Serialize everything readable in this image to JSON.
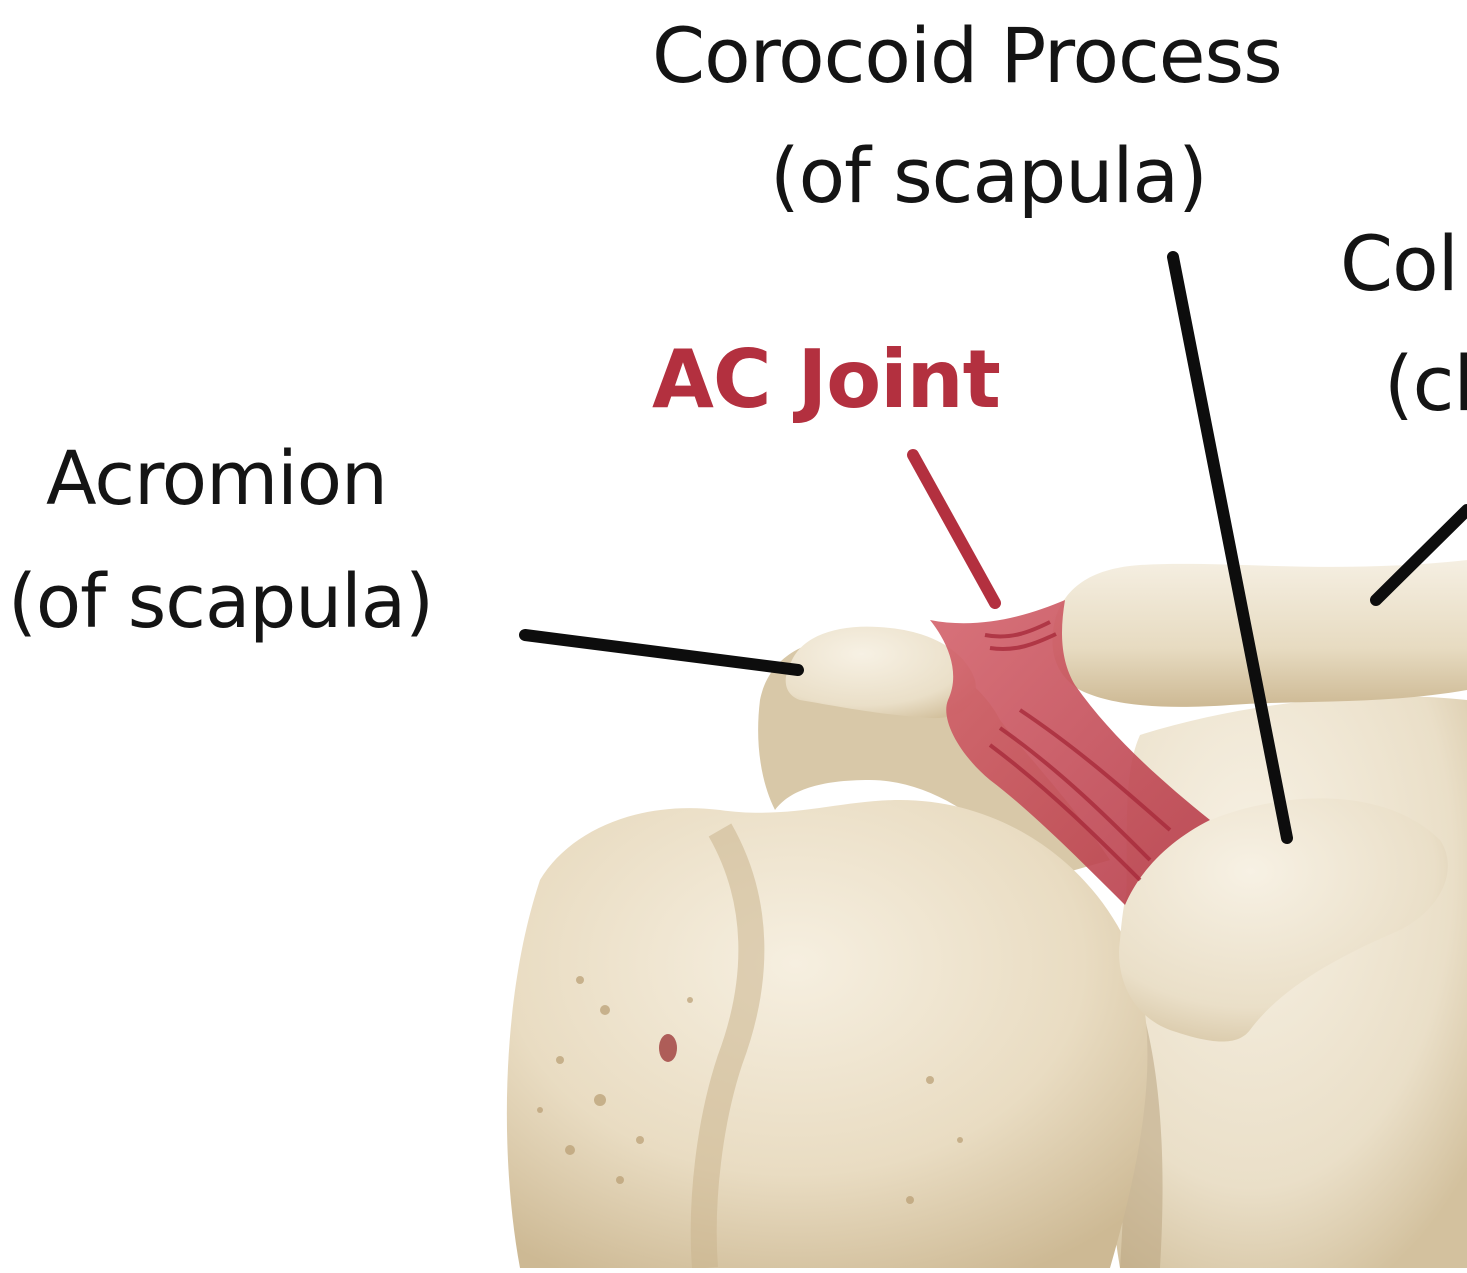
{
  "labels": {
    "coracoid_line1": "Corocoid Process",
    "coracoid_line2": "(of scapula)",
    "ac_joint": "AC Joint",
    "acromion_line1": "Acromion",
    "acromion_line2": "(of scapula)",
    "clavicle_line1": "Col",
    "clavicle_line2": "(cl"
  },
  "colors": {
    "background": "#ffffff",
    "label_text": "#141414",
    "ac_joint_label": "#b3303f",
    "leader_line": "#0d0d0d",
    "bone": "#ede3cf",
    "ligament": "#c94a55"
  }
}
